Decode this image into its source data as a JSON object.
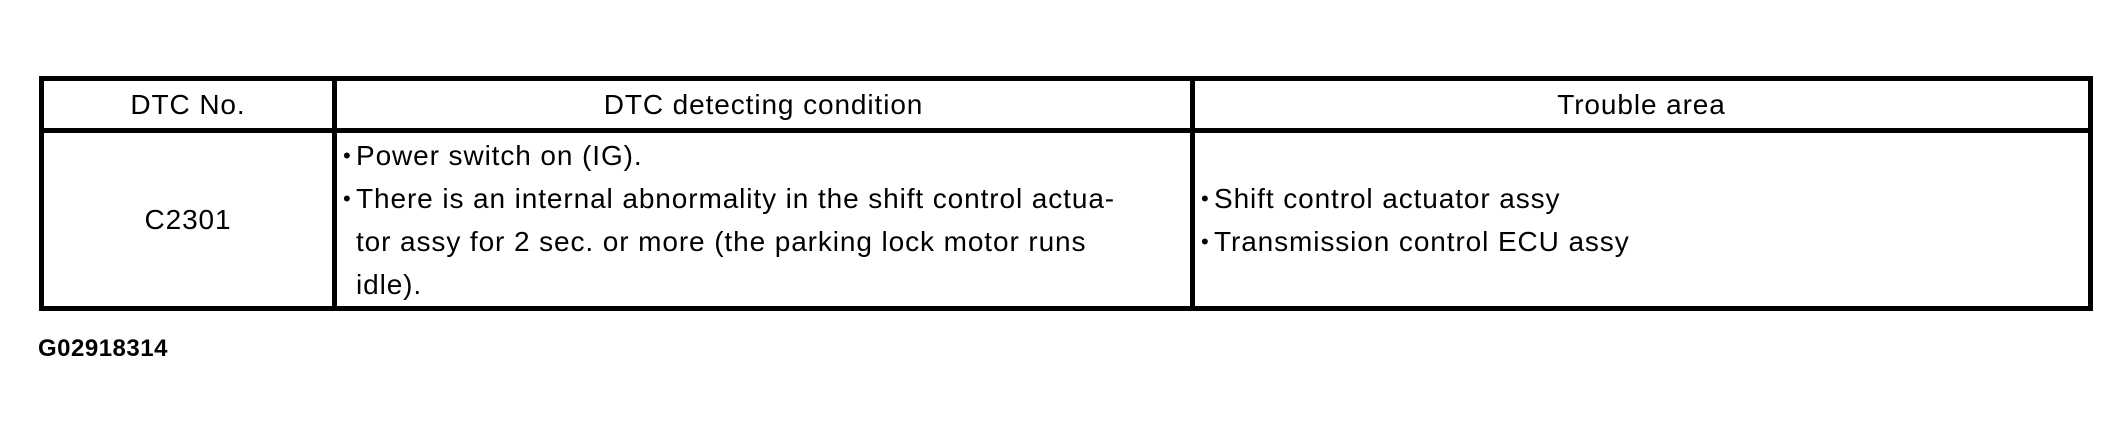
{
  "page": {
    "background_color": "#ffffff",
    "text_color": "#000000",
    "border_color": "#000000"
  },
  "bullet_char": "•",
  "figure_label": "G02918314",
  "dtc_table": {
    "headers": [
      "DTC No.",
      "DTC detecting condition",
      "Trouble area"
    ],
    "rows": [
      {
        "dtc_no": "C2301",
        "detecting_conditions": [
          "Power switch on (IG).",
          "There is an internal abnormality in the shift control actua-\ntor assy for 2 sec. or more (the parking lock motor runs\nidle)."
        ],
        "trouble_areas": [
          "Shift control actuator assy",
          "Transmission control ECU assy"
        ]
      }
    ]
  }
}
